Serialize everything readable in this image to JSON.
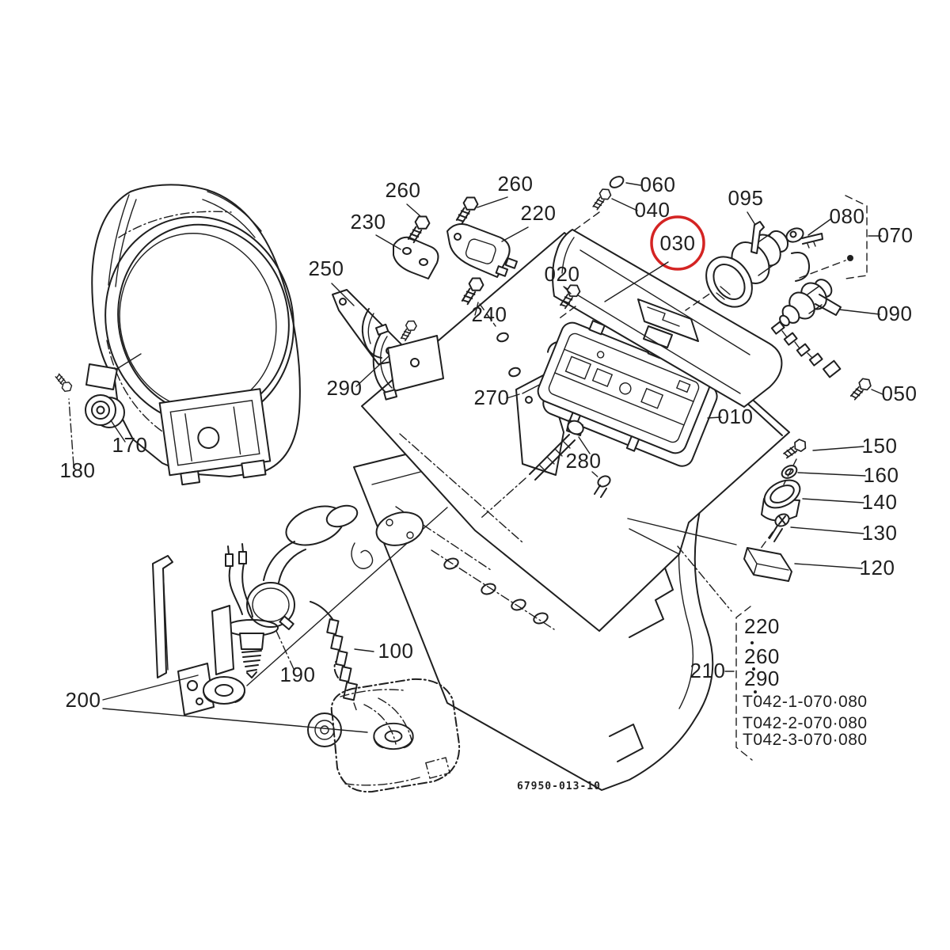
{
  "diagram": {
    "type": "exploded-parts-diagram",
    "drawing_number": "67950-013-10",
    "background": "#ffffff",
    "ink_color": "#1f1f1f",
    "highlight": {
      "part_ref": "030",
      "color": "#d42423"
    },
    "callouts": [
      {
        "ref": "260"
      },
      {
        "ref": "260"
      },
      {
        "ref": "230"
      },
      {
        "ref": "220"
      },
      {
        "ref": "250"
      },
      {
        "ref": "240"
      },
      {
        "ref": "290"
      },
      {
        "ref": "020"
      },
      {
        "ref": "060"
      },
      {
        "ref": "040"
      },
      {
        "ref": "030"
      },
      {
        "ref": "095"
      },
      {
        "ref": "080"
      },
      {
        "ref": "070"
      },
      {
        "ref": "090"
      },
      {
        "ref": "050"
      },
      {
        "ref": "010"
      },
      {
        "ref": "270"
      },
      {
        "ref": "280"
      },
      {
        "ref": "150"
      },
      {
        "ref": "160"
      },
      {
        "ref": "140"
      },
      {
        "ref": "130"
      },
      {
        "ref": "120"
      },
      {
        "ref": "100"
      },
      {
        "ref": "190"
      },
      {
        "ref": "200"
      },
      {
        "ref": "170"
      },
      {
        "ref": "180"
      },
      {
        "ref": "210"
      }
    ],
    "reference_group": {
      "ref": "210",
      "items": [
        {
          "ref": "220"
        },
        {
          "ref": "260"
        },
        {
          "ref": "290"
        }
      ],
      "codes": [
        {
          "code": "T042-1-070·080"
        },
        {
          "code": "T042-2-070·080"
        },
        {
          "code": "T042-3-070·080"
        }
      ]
    }
  }
}
